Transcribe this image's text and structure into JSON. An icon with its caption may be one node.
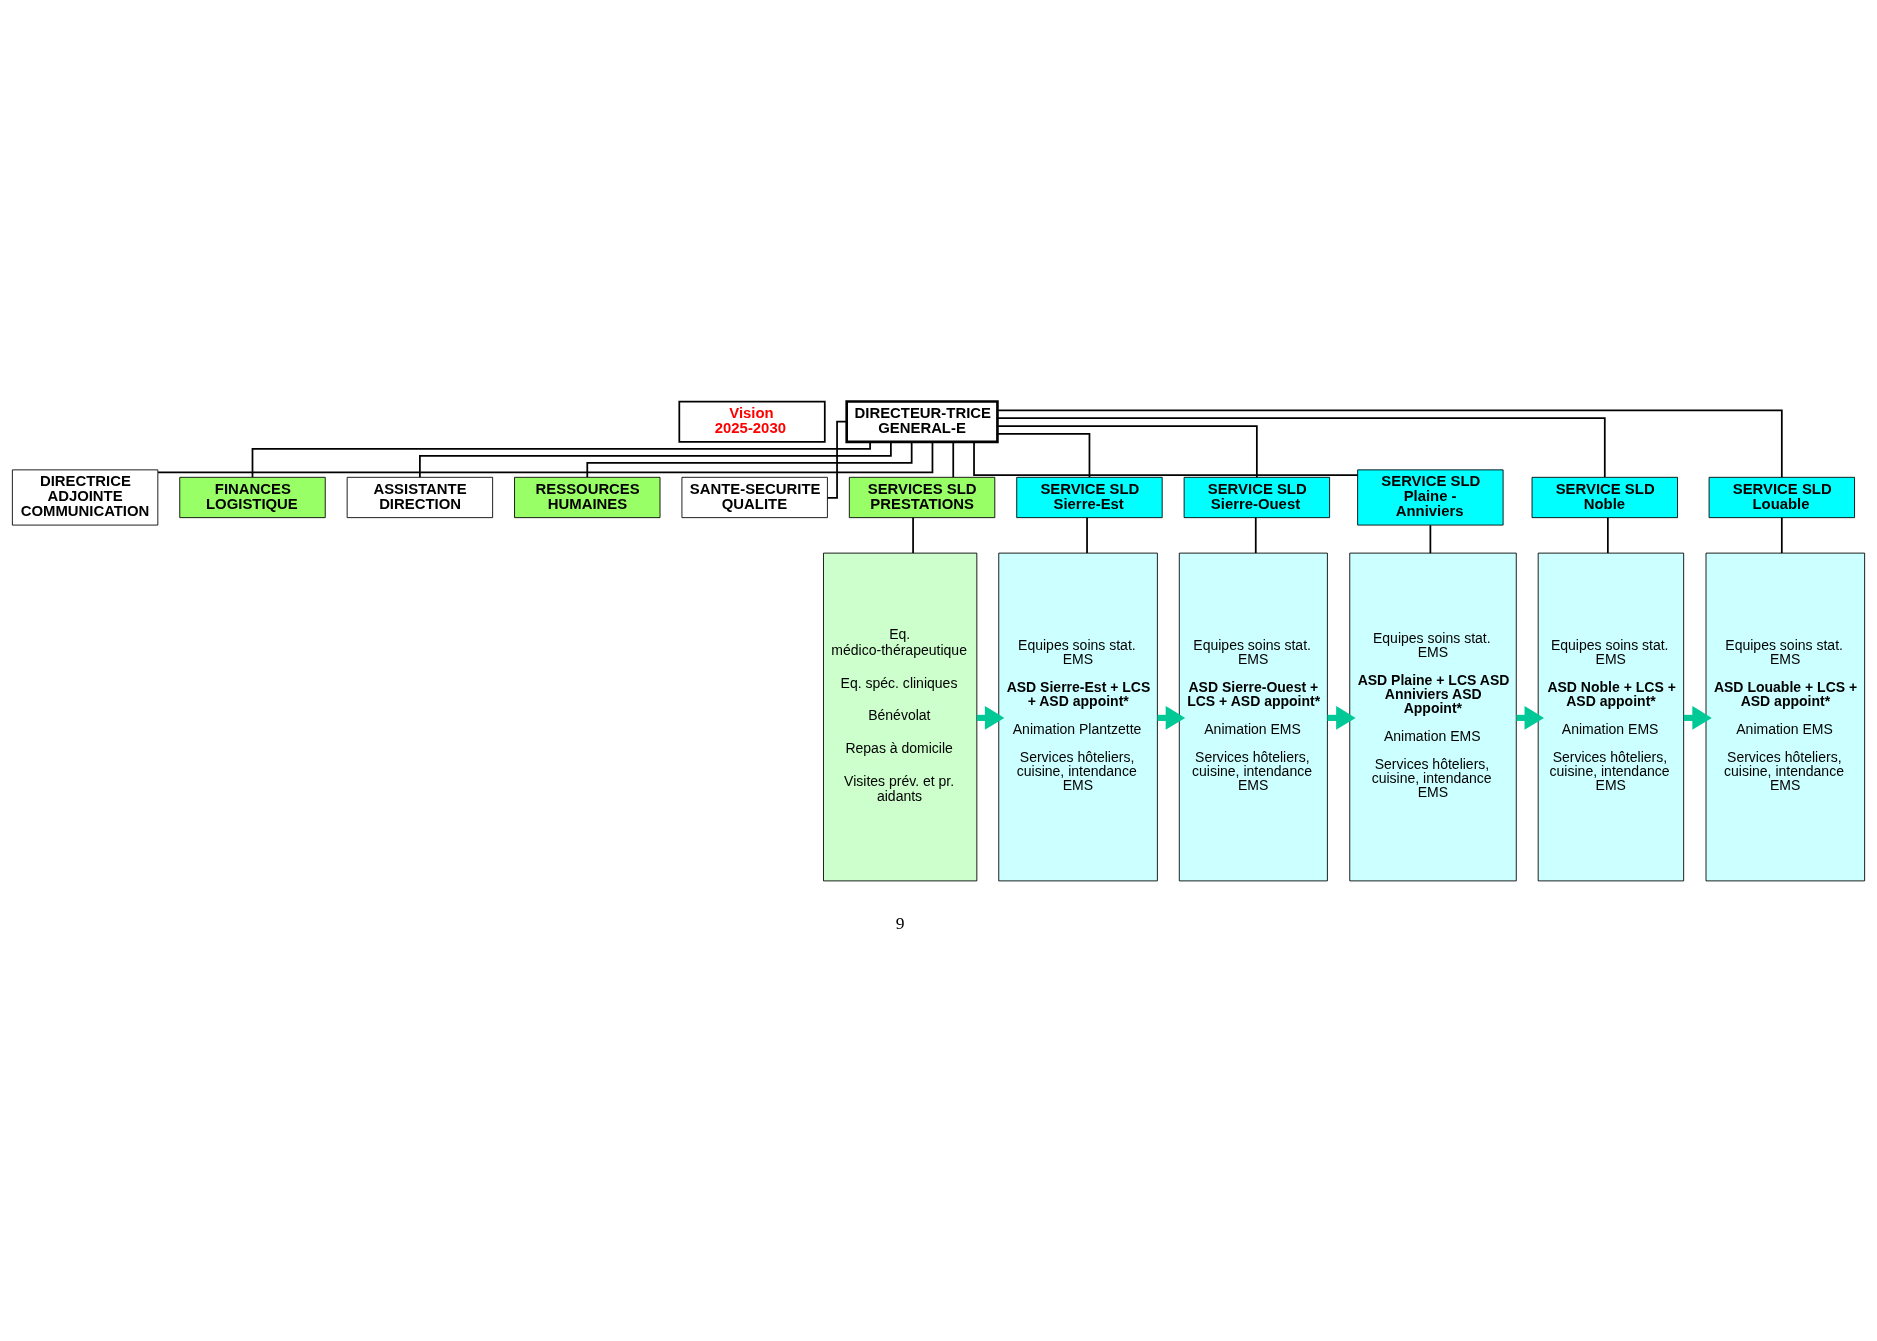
{
  "diagram": {
    "nodes": [
      {
        "text": [
          "Vision 2025-2030"
        ]
      },
      {
        "text": [
          "DIRECTEUR-TRICE GENERAL-E"
        ]
      },
      {
        "text": [
          "DIRECTRICE ADJOINTE COMMUNICATION"
        ]
      },
      {
        "text": [
          "FINANCES LOGISTIQUE"
        ]
      },
      {
        "text": [
          "ASSISTANTE DIRECTION"
        ]
      },
      {
        "text": [
          "RESSOURCES HUMAINES"
        ]
      },
      {
        "text": [
          "SANTE-SECURITE QUALITE"
        ]
      },
      {
        "text": [
          "SERVICES SLD PRESTATIONS"
        ]
      },
      {
        "text": [
          "SERVICE SLD Sierre-Est"
        ]
      },
      {
        "text": [
          "SERVICE SLD Sierre-Ouest"
        ]
      },
      {
        "text": [
          "SERVICE SLD Plaine - Anniviers"
        ]
      },
      {
        "text": [
          "SERVICE SLD Noble"
        ]
      },
      {
        "text": [
          "SERVICE SLD Louable"
        ]
      },
      {
        "text": [
          "Eq. médico-thérapeutique",
          "Eq. spéc. cliniques",
          "Bénévolat",
          "Repas à domicile",
          "Visites prév. et pr. aidants"
        ]
      },
      {
        "text": [
          "Equipes soins stat. EMS",
          "ASD Sierre-Est + LCS + ASD appoint*",
          "Animation Plantzette",
          "Services hôteliers, cuisine, intendance EMS"
        ]
      },
      {
        "text": [
          "Equipes soins stat. EMS",
          "ASD Sierre-Ouest + LCS + ASD appoint*",
          "Animation EMS",
          "Services hôteliers, cuisine, intendance EMS"
        ]
      },
      {
        "text": [
          "Equipes soins stat. EMS",
          "ASD Plaine + LCS ASD Anniviers ASD Appoint*",
          "Animation EMS",
          "Services hôteliers, cuisine, intendance EMS"
        ]
      },
      {
        "text": [
          "Equipes soins stat. EMS",
          "ASD Noble + LCS + ASD appoint*",
          "Animation EMS",
          "Services hôteliers, cuisine, intendance EMS"
        ]
      },
      {
        "text": [
          "Equipes soins stat. EMS",
          "ASD Louable + LCS + ASD appoint*",
          "Animation EMS",
          "Services hôteliers, cuisine, intendance EMS"
        ]
      }
    ],
    "edges": [
      {
        "from": 1,
        "to": 2,
        "arrow": "none"
      },
      {
        "from": 1,
        "to": 3,
        "arrow": "none"
      },
      {
        "from": 1,
        "to": 4,
        "arrow": "none"
      },
      {
        "from": 1,
        "to": 5,
        "arrow": "none"
      },
      {
        "from": 1,
        "to": 6,
        "arrow": "none"
      },
      {
        "from": 1,
        "to": 7,
        "arrow": "none"
      },
      {
        "from": 1,
        "to": 8,
        "arrow": "none"
      },
      {
        "from": 1,
        "to": 9,
        "arrow": "none"
      },
      {
        "from": 1,
        "to": 10,
        "arrow": "none"
      },
      {
        "from": 1,
        "to": 11,
        "arrow": "none"
      },
      {
        "from": 1,
        "to": 12,
        "arrow": "none"
      },
      {
        "from": 7,
        "to": 13,
        "arrow": "none"
      },
      {
        "from": 8,
        "to": 14,
        "arrow": "none"
      },
      {
        "from": 9,
        "to": 15,
        "arrow": "none"
      },
      {
        "from": 10,
        "to": 16,
        "arrow": "none"
      },
      {
        "from": 11,
        "to": 17,
        "arrow": "none"
      },
      {
        "from": 12,
        "to": 18,
        "arrow": "none"
      },
      {
        "from": 13,
        "to": 14,
        "arrow": "to",
        "style": "thick",
        "color": "#00c896"
      },
      {
        "from": 14,
        "to": 15,
        "arrow": "to",
        "style": "thick",
        "color": "#00c896"
      },
      {
        "from": 15,
        "to": 16,
        "arrow": "to",
        "style": "thick",
        "color": "#00c896"
      },
      {
        "from": 16,
        "to": 17,
        "arrow": "to",
        "style": "thick",
        "color": "#00c896"
      },
      {
        "from": 17,
        "to": 18,
        "arrow": "to",
        "style": "thick",
        "color": "#00c896"
      }
    ],
    "labels": [
      "9"
    ]
  }
}
